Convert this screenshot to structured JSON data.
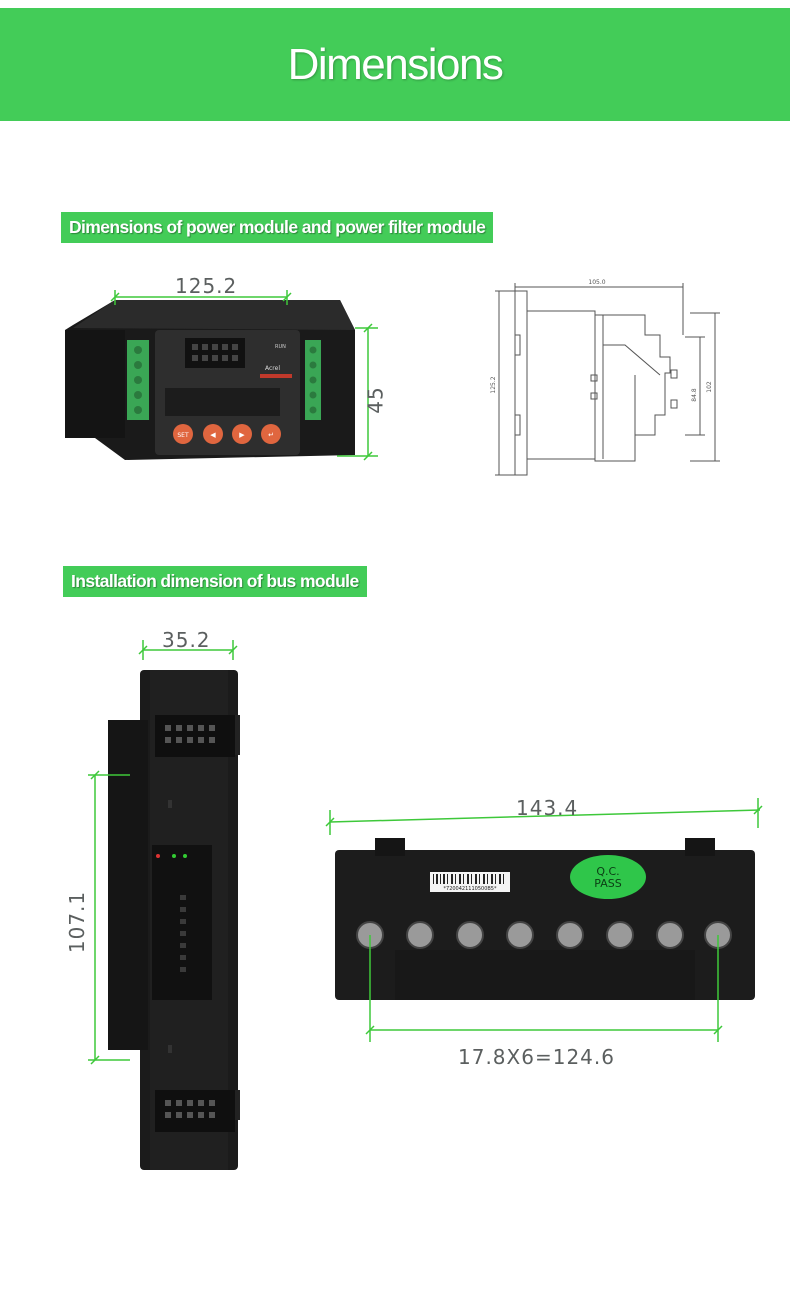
{
  "header": {
    "title": "Dimensions"
  },
  "section1": {
    "label": "Dimensions of power module and power filter module",
    "photo": {
      "width_label": "125.2",
      "height_label": "45",
      "brand": "Acrel",
      "run_label": "RUN",
      "buttons": [
        "SET",
        "◀",
        "▶",
        "↵"
      ]
    },
    "drawing": {
      "top_label": "105.0",
      "left_label": "125.2",
      "inner_label": "84.8",
      "right_label": "102"
    }
  },
  "section2": {
    "label": "Installation dimension of bus module",
    "vertical_module": {
      "width_label": "35.2",
      "length_label": "107.1"
    },
    "horizontal_module": {
      "length_label": "143.4",
      "pitch_label": "17.8X6=124.6",
      "qc_line1": "Q.C.",
      "qc_line2": "PASS",
      "barcode_text": "*7200421110500B5*"
    }
  },
  "colors": {
    "accent_green": "#43cc58",
    "dimension_green": "#3ec83a",
    "label_text": "#ffffff"
  }
}
